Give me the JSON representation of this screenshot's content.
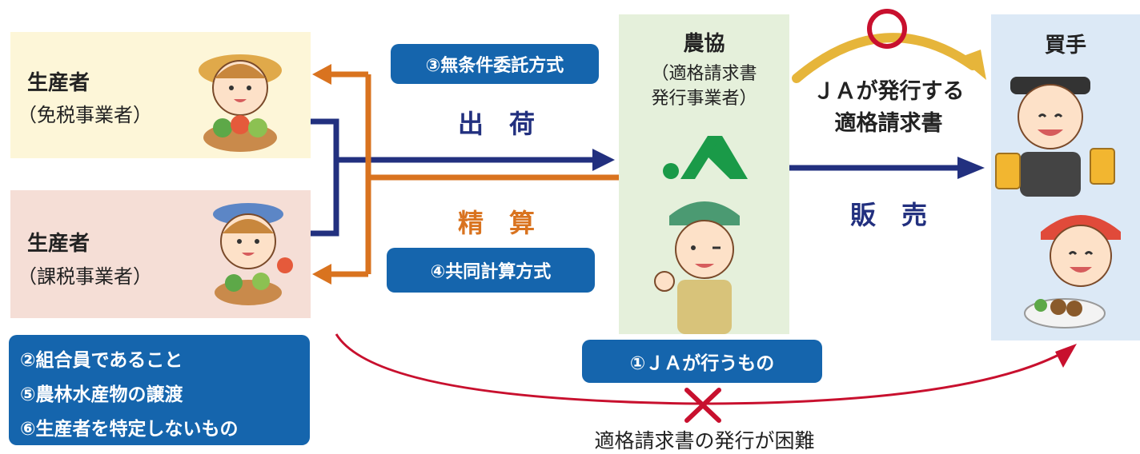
{
  "producer1": {
    "title": "生産者",
    "subtitle": "（免税事業者）"
  },
  "producer2": {
    "title": "生産者",
    "subtitle": "（課税事業者）"
  },
  "ja": {
    "title": "農協",
    "line1": "（適格請求書",
    "line2": "発行事業者）"
  },
  "buyer": {
    "title": "買手"
  },
  "labels": {
    "method3": "③無条件委託方式",
    "shipment": "出　荷",
    "settlement": "精　算",
    "method4": "④共同計算方式",
    "sales": "販　売",
    "ja_invoice_line1": "ＪＡが発行する",
    "ja_invoice_line2": "適格請求書",
    "ja_does": "①ＪＡが行うもの",
    "difficult": "適格請求書の発行が困難"
  },
  "conditions": [
    "②組合員であること",
    "⑤農林水産物の譲渡",
    "⑥生産者を特定しないもの"
  ],
  "colors": {
    "navy": "#22307f",
    "orange": "#d9731f",
    "blue_pill": "#1565ad",
    "red": "#c8102e",
    "green_logo": "#1a9a48",
    "producer1_bg": "#fdf6d8",
    "producer2_bg": "#f5ded6",
    "ja_bg": "#e5f0db",
    "buyer_bg": "#dce9f6"
  }
}
